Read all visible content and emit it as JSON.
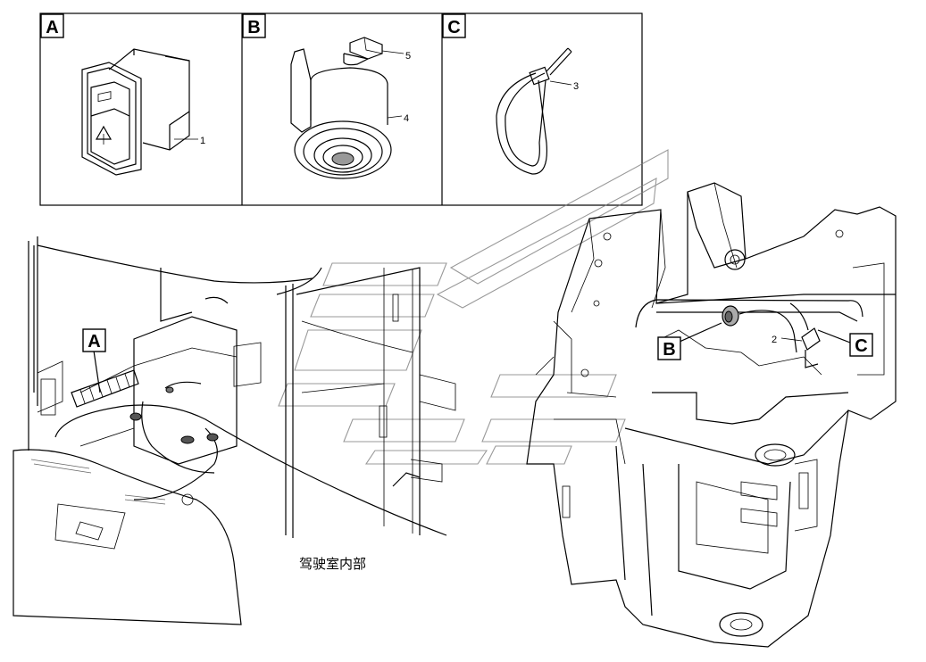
{
  "panels": [
    {
      "letter": "A",
      "part_number": "1"
    },
    {
      "letter": "B",
      "part_numbers": [
        "5",
        "4"
      ]
    },
    {
      "letter": "C",
      "part_number": "3"
    }
  ],
  "callouts": {
    "cab_a": "A",
    "frame_b": "B",
    "frame_c": "C",
    "frame_part": "2"
  },
  "cab_caption": "驾驶室内部"
}
